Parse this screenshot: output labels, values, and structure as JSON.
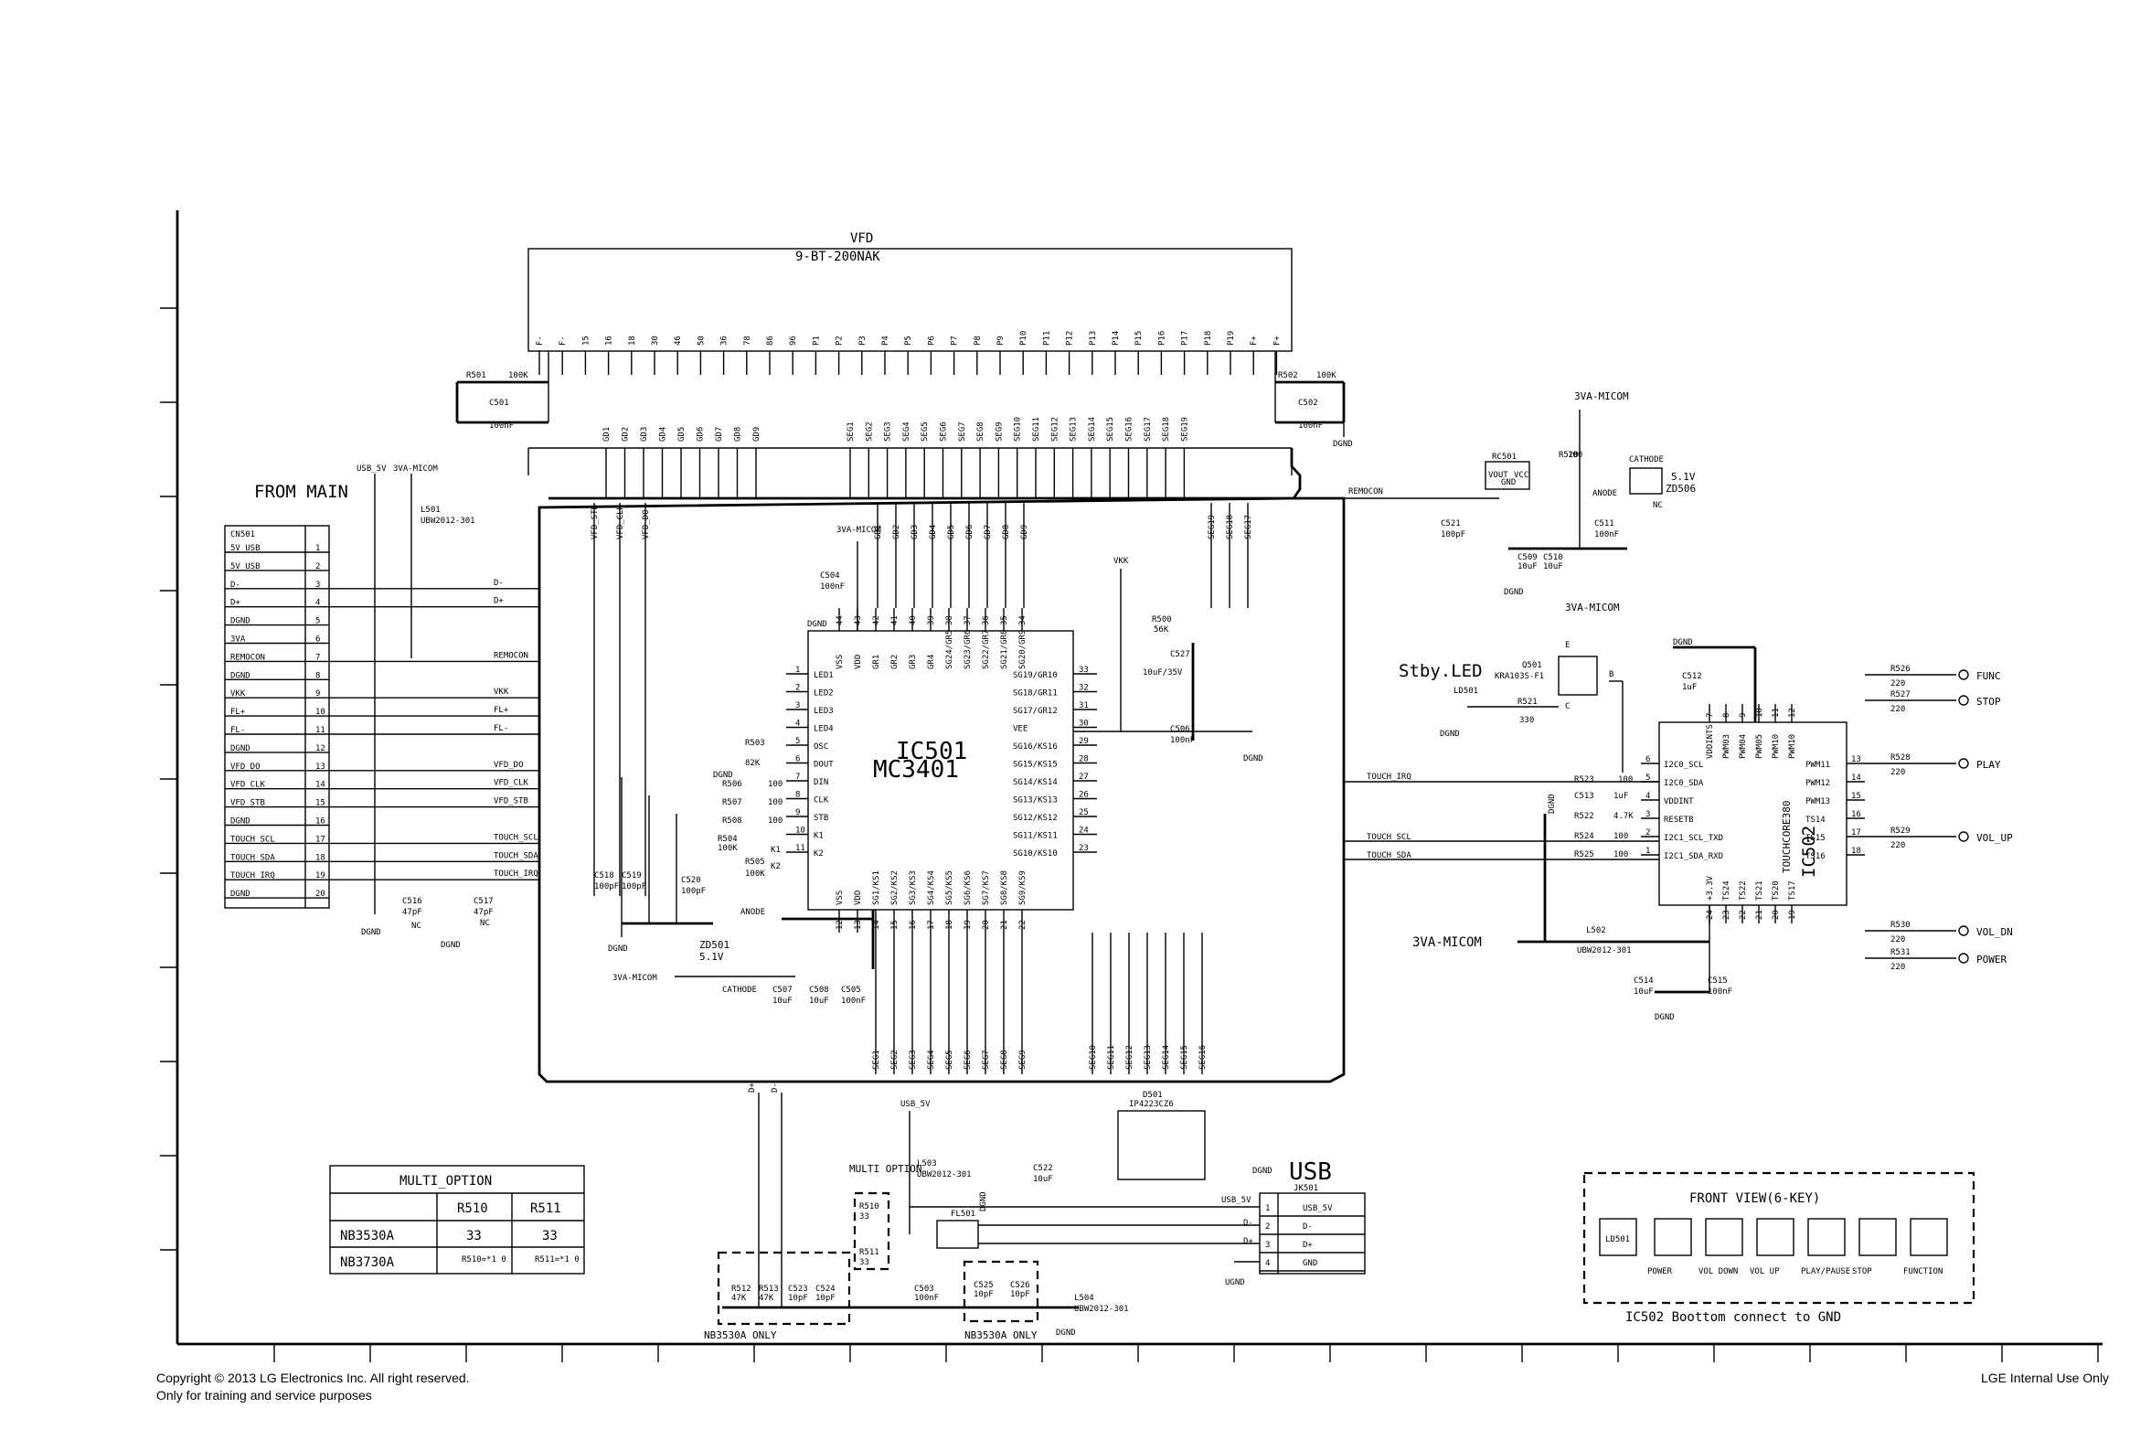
{
  "vfd": {
    "title": "VFD",
    "part": "9-BT-200NAK"
  },
  "vfd_pins_top": [
    "F-",
    "F-",
    "15",
    "16",
    "18",
    "30",
    "46",
    "50",
    "36",
    "78",
    "86",
    "96",
    "P1",
    "P2",
    "P3",
    "P4",
    "P5",
    "P6",
    "P7",
    "P8",
    "P9",
    "P10",
    "P11",
    "P12",
    "P13",
    "P14",
    "P15",
    "P16",
    "P17",
    "P18",
    "P19",
    "F+",
    "F+"
  ],
  "vfd_grid_labels": [
    "GD1",
    "GD2",
    "GD3",
    "GD4",
    "GD5",
    "GD6",
    "GD7",
    "GD8",
    "GD9"
  ],
  "vfd_seg_labels": [
    "SEG1",
    "SEG2",
    "SEG3",
    "SEG4",
    "SEG5",
    "SEG6",
    "SEG7",
    "SEG8",
    "SEG9",
    "SEG10",
    "SEG11",
    "SEG12",
    "SEG13",
    "SEG14",
    "SEG15",
    "SEG16",
    "SEG17",
    "SEG18",
    "SEG19"
  ],
  "r501": {
    "ref": "R501",
    "val": "100K"
  },
  "c501": {
    "ref": "C501",
    "val": "100nF"
  },
  "r502": {
    "ref": "R502",
    "val": "100K"
  },
  "c502": {
    "ref": "C502",
    "val": "100nF"
  },
  "dgnd": "DGND",
  "from_main": "FROM MAIN",
  "cn501": {
    "ref": "CN501",
    "pins": [
      {
        "n": "1",
        "name": "5V_USB"
      },
      {
        "n": "2",
        "name": "5V_USB"
      },
      {
        "n": "3",
        "name": "D-"
      },
      {
        "n": "4",
        "name": "D+"
      },
      {
        "n": "5",
        "name": "DGND"
      },
      {
        "n": "6",
        "name": "3VA"
      },
      {
        "n": "7",
        "name": "REMOCON"
      },
      {
        "n": "8",
        "name": "DGND"
      },
      {
        "n": "9",
        "name": "VKK"
      },
      {
        "n": "10",
        "name": "FL+"
      },
      {
        "n": "11",
        "name": "FL-"
      },
      {
        "n": "12",
        "name": "DGND"
      },
      {
        "n": "13",
        "name": "VFD_DO"
      },
      {
        "n": "14",
        "name": "VFD_CLK"
      },
      {
        "n": "15",
        "name": "VFD_STB"
      },
      {
        "n": "16",
        "name": "DGND"
      },
      {
        "n": "17",
        "name": "TOUCH_SCL"
      },
      {
        "n": "18",
        "name": "TOUCH_SDA"
      },
      {
        "n": "19",
        "name": "TOUCH_IRQ"
      },
      {
        "n": "20",
        "name": "DGND"
      }
    ]
  },
  "l501": {
    "ref": "L501",
    "val": "UBW2012-301"
  },
  "top_rails": {
    "usb": "USB_5V",
    "micom": "3VA-MICOM"
  },
  "cn_nets": [
    "D-",
    "D+",
    "REMOCON",
    "VKK",
    "FL+",
    "FL-",
    "VFD_DO",
    "VFD_CLK",
    "VFD_STB",
    "TOUCH_SCL",
    "TOUCH_SDA",
    "TOUCH_IRQ"
  ],
  "c516": {
    "ref": "C516",
    "val": "47pF",
    "nc": "NC"
  },
  "c517": {
    "ref": "C517",
    "val": "47pF",
    "nc": "NC"
  },
  "ic501": {
    "ref": "IC501",
    "part": "MC3401",
    "left_pins": [
      {
        "n": "1",
        "name": "LED1"
      },
      {
        "n": "2",
        "name": "LED2"
      },
      {
        "n": "3",
        "name": "LED3"
      },
      {
        "n": "4",
        "name": "LED4"
      },
      {
        "n": "5",
        "name": "OSC"
      },
      {
        "n": "6",
        "name": "DOUT"
      },
      {
        "n": "7",
        "name": "DIN"
      },
      {
        "n": "8",
        "name": "CLK"
      },
      {
        "n": "9",
        "name": "STB"
      },
      {
        "n": "10",
        "name": "K1"
      },
      {
        "n": "11",
        "name": "K2"
      }
    ],
    "right_pins": [
      {
        "n": "33",
        "name": "SG19/GR10"
      },
      {
        "n": "32",
        "name": "SG18/GR11"
      },
      {
        "n": "31",
        "name": "SG17/GR12"
      },
      {
        "n": "30",
        "name": "VEE"
      },
      {
        "n": "29",
        "name": "SG16/KS16"
      },
      {
        "n": "28",
        "name": "SG15/KS15"
      },
      {
        "n": "27",
        "name": "SG14/KS14"
      },
      {
        "n": "26",
        "name": "SG13/KS13"
      },
      {
        "n": "25",
        "name": "SG12/KS12"
      },
      {
        "n": "24",
        "name": "SG11/KS11"
      },
      {
        "n": "23",
        "name": "SG10/KS10"
      }
    ],
    "top_pins": [
      {
        "n": "44",
        "name": "VSS"
      },
      {
        "n": "43",
        "name": "VDD"
      },
      {
        "n": "42",
        "name": "GR1"
      },
      {
        "n": "41",
        "name": "GR2"
      },
      {
        "n": "40",
        "name": "GR3"
      },
      {
        "n": "39",
        "name": "GR4"
      },
      {
        "n": "38",
        "name": "SG24/GR5"
      },
      {
        "n": "37",
        "name": "SG23/GR6"
      },
      {
        "n": "36",
        "name": "SG22/GR7"
      },
      {
        "n": "35",
        "name": "SG21/GR8"
      },
      {
        "n": "34",
        "name": "SG20/GR9"
      }
    ],
    "bottom_pins": [
      {
        "n": "12",
        "name": "VSS"
      },
      {
        "n": "13",
        "name": "VDD"
      },
      {
        "n": "14",
        "name": "SG1/KS1"
      },
      {
        "n": "15",
        "name": "SG2/KS2"
      },
      {
        "n": "16",
        "name": "SG3/KS3"
      },
      {
        "n": "17",
        "name": "SG4/KS4"
      },
      {
        "n": "18",
        "name": "SG5/KS5"
      },
      {
        "n": "19",
        "name": "SG6/KS6"
      },
      {
        "n": "20",
        "name": "SG7/KS7"
      },
      {
        "n": "21",
        "name": "SG8/KS8"
      },
      {
        "n": "22",
        "name": "SG9/KS9"
      }
    ]
  },
  "ic501_top_nets": [
    "VFD_STB",
    "VFD_CLK",
    "VFD_DO",
    "GD1",
    "GD2",
    "GD3",
    "GD4",
    "GD5",
    "GD6",
    "GD7",
    "GD8",
    "GD9",
    "SEG19",
    "SEG18",
    "SEG17"
  ],
  "ic501_bottom_nets": [
    "SEG1",
    "SEG2",
    "SEG3",
    "SEG4",
    "SEG5",
    "SEG6",
    "SEG7",
    "SEG8",
    "SEG9",
    "SEG10",
    "SEG11",
    "SEG12",
    "SEG13",
    "SEG14",
    "SEG15",
    "SEG16"
  ],
  "c504": {
    "ref": "C504",
    "val": "100nF"
  },
  "vkk": "VKK",
  "r500": {
    "ref": "R500",
    "val": "56K"
  },
  "c527": {
    "ref": "C527",
    "val": "10uF/35V"
  },
  "c506": {
    "ref": "C506",
    "val": "100nF"
  },
  "r503": {
    "ref": "R503",
    "val": "82K"
  },
  "r506": {
    "ref": "R506",
    "val": "100"
  },
  "r507": {
    "ref": "R507",
    "val": "100"
  },
  "r508": {
    "ref": "R508",
    "val": "100"
  },
  "r504": {
    "ref": "R504",
    "val": "100K"
  },
  "r505": {
    "ref": "R505",
    "val": "100K"
  },
  "k1": "K1",
  "k2": "K2",
  "c518": {
    "ref": "C518",
    "val": "100pF"
  },
  "c519": {
    "ref": "C519",
    "val": "100pF"
  },
  "c520": {
    "ref": "C520",
    "val": "100pF"
  },
  "zd501": {
    "ref": "ZD501",
    "val": "5.1V",
    "anode": "ANODE",
    "cathode": "CATHODE"
  },
  "micom_rail": "3VA-MICOM",
  "c507": {
    "ref": "C507",
    "val": "10uF"
  },
  "c508": {
    "ref": "C508",
    "val": "10uF"
  },
  "c505": {
    "ref": "C505",
    "val": "100nF"
  },
  "rc501": {
    "ref": "RC501",
    "pins": [
      "VOUT",
      "GND",
      "VCC"
    ]
  },
  "r520": {
    "ref": "R520",
    "val": "100"
  },
  "c521": {
    "ref": "C521",
    "val": "100pF"
  },
  "c509": {
    "ref": "C509",
    "val": "10uF"
  },
  "c510": {
    "ref": "C510",
    "val": "10uF"
  },
  "c511": {
    "ref": "C511",
    "val": "100nF"
  },
  "zd506": {
    "ref": "ZD506",
    "val": "5.1V",
    "nc": "NC",
    "anode": "ANODE",
    "cathode": "CATHODE"
  },
  "remocon": "REMOCON",
  "stby_led": "Stby.LED",
  "ld501": {
    "ref": "LD501"
  },
  "q501": {
    "ref": "Q501",
    "val": "KRA103S-F1",
    "pins": [
      "B",
      "C",
      "E"
    ]
  },
  "r521": {
    "ref": "R521",
    "val": "330"
  },
  "c512": {
    "ref": "C512",
    "val": "1uF"
  },
  "ic502": {
    "ref": "IC502",
    "part": "TOUCHCORE380",
    "left_pins": [
      {
        "n": "6",
        "name": "I2C0_SCL"
      },
      {
        "n": "5",
        "name": "I2C0_SDA"
      },
      {
        "n": "4",
        "name": "VDDINT"
      },
      {
        "n": "3",
        "name": "RESETB"
      },
      {
        "n": "2",
        "name": "I2C1_SCL_TXD"
      },
      {
        "n": "1",
        "name": "I2C1_SDA_RXD"
      }
    ],
    "right_pins": [
      {
        "n": "13",
        "name": "PWM11"
      },
      {
        "n": "14",
        "name": "PWM12"
      },
      {
        "n": "15",
        "name": "PWM13"
      },
      {
        "n": "16",
        "name": "TS14"
      },
      {
        "n": "17",
        "name": "TS15"
      },
      {
        "n": "18",
        "name": "TS16"
      }
    ],
    "top_pins": [
      {
        "n": "7",
        "name": "VDDINTS"
      },
      {
        "n": "8",
        "name": "PWM03"
      },
      {
        "n": "9",
        "name": "PWM04"
      },
      {
        "n": "10",
        "name": "PWM05"
      },
      {
        "n": "11",
        "name": "PWM10"
      },
      {
        "n": "12",
        "name": "PWM10"
      }
    ],
    "bottom_pins": [
      {
        "n": "24",
        "name": "+3.3V"
      },
      {
        "n": "23",
        "name": "TS24"
      },
      {
        "n": "22",
        "name": "TS22"
      },
      {
        "n": "21",
        "name": "TS21"
      },
      {
        "n": "20",
        "name": "TS20"
      },
      {
        "n": "19",
        "name": "TS17"
      }
    ]
  },
  "r523": {
    "ref": "R523",
    "val": "100"
  },
  "c513": {
    "ref": "C513",
    "val": "1uF"
  },
  "r522": {
    "ref": "R522",
    "val": "4.7K"
  },
  "r524": {
    "ref": "R524",
    "val": "100"
  },
  "r525": {
    "ref": "R525",
    "val": "100"
  },
  "touch_nets": [
    "TOUCH_IRQ",
    "TOUCH_SCL",
    "TOUCH_SDA"
  ],
  "keys": [
    {
      "ref": "R526",
      "val": "220",
      "label": "FUNC"
    },
    {
      "ref": "R527",
      "val": "220",
      "label": "STOP"
    },
    {
      "ref": "R528",
      "val": "220",
      "label": "PLAY"
    },
    {
      "ref": "R529",
      "val": "220",
      "label": "VOL_UP"
    },
    {
      "ref": "R530",
      "val": "220",
      "label": "VOL_DN"
    },
    {
      "ref": "R531",
      "val": "220",
      "label": "POWER"
    }
  ],
  "l502": {
    "ref": "L502",
    "val": "UBW2012-301"
  },
  "c514": {
    "ref": "C514",
    "val": "10uF"
  },
  "c515": {
    "ref": "C515",
    "val": "100nF"
  },
  "multi_option": {
    "title": "MULTI_OPTION",
    "cols": [
      "R510",
      "R511"
    ],
    "rows": [
      {
        "model": "NB3530A",
        "r510": "33",
        "r511": "33"
      },
      {
        "model": "NB3730A",
        "r510": "R510=*1\n0",
        "r511": "R511=*1\n0"
      }
    ]
  },
  "multi_label": "MULTI\nOPTION",
  "usb_section": {
    "title": "USB",
    "rail": "USB_5V",
    "jk501": {
      "ref": "JK501",
      "pins": [
        {
          "n": "1",
          "name": "USB_5V"
        },
        {
          "n": "2",
          "name": "D-"
        },
        {
          "n": "3",
          "name": "D+"
        },
        {
          "n": "4",
          "name": "GND"
        }
      ]
    },
    "ugnd": "UGND",
    "usb5v_label": "USB_5V",
    "d_minus": "D-",
    "d_plus": "D+"
  },
  "d501": {
    "ref": "D501",
    "val": "IP4223CZ6"
  },
  "l503": {
    "ref": "L503",
    "val": "UBW2012-301"
  },
  "c522": {
    "ref": "C522",
    "val": "10uF"
  },
  "fl501": {
    "ref": "FL501"
  },
  "r510": {
    "ref": "R510",
    "val": "33"
  },
  "r511": {
    "ref": "R511",
    "val": "33"
  },
  "r512": {
    "ref": "R512",
    "val": "47K"
  },
  "r513": {
    "ref": "R513",
    "val": "47K"
  },
  "c523": {
    "ref": "C523",
    "val": "10pF"
  },
  "c524": {
    "ref": "C524",
    "val": "10pF"
  },
  "c503": {
    "ref": "C503",
    "val": "100nF"
  },
  "c525": {
    "ref": "C525",
    "val": "10pF"
  },
  "c526": {
    "ref": "C526",
    "val": "10pF"
  },
  "l504": {
    "ref": "L504",
    "val": "UBW2012-301"
  },
  "only1": "NB3530A ONLY",
  "only2": "NB3530A ONLY",
  "front_view": {
    "title": "FRONT VIEW(6-KEY)",
    "led": "LD501",
    "keys": [
      "POWER",
      "VOL DOWN",
      "VOL UP",
      "PLAY/PAUSE",
      "STOP",
      "FUNCTION"
    ],
    "note": "IC502 Boottom connect to GND"
  },
  "footer": {
    "copyright": "Copyright © 2013 LG Electronics Inc. All right reserved.",
    "training": "Only for training and service purposes",
    "internal": "LGE Internal Use Only"
  }
}
